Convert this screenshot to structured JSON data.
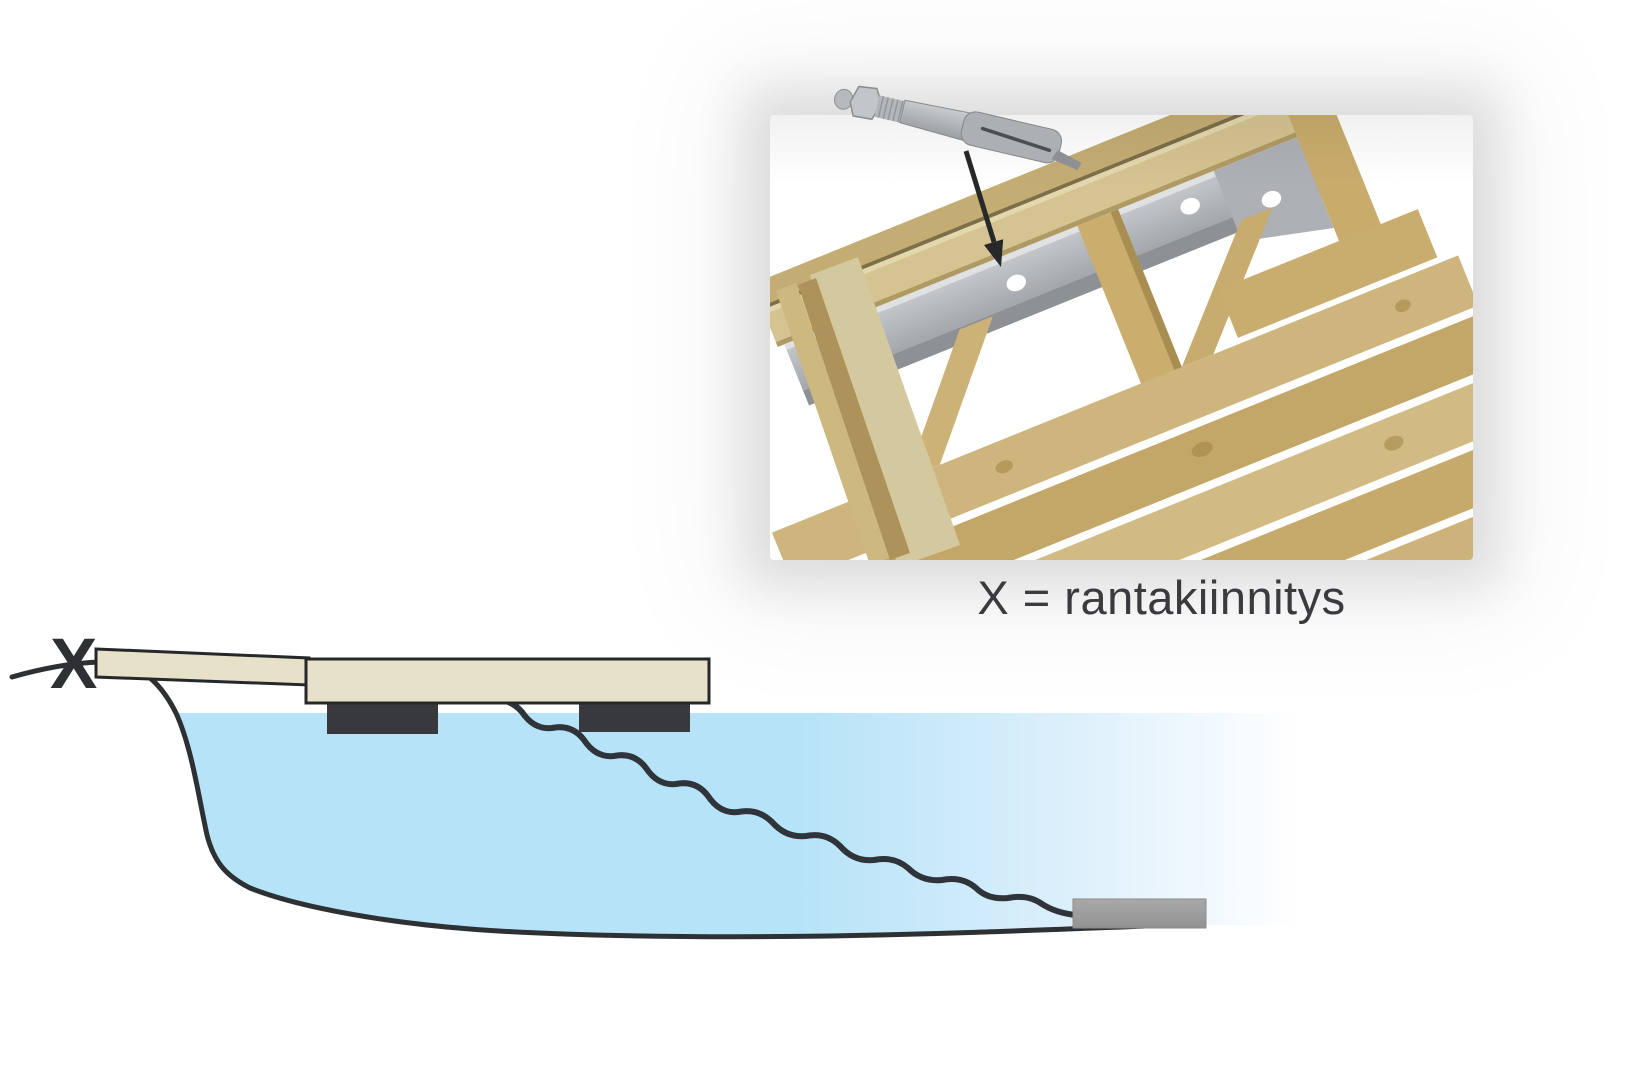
{
  "caption": {
    "text": "X = rantakiinnitys"
  },
  "diagram": {
    "shore_marker": "X",
    "scene": "cross-section of shoreline with floating dock, mooring rope and bottom anchor weight",
    "photo_subject": "underside of wooden dock frame with galvanized channel, mounting hole and expansion anchor bolt"
  },
  "colors": {
    "water": "#b6e3f8",
    "water_fade_mid": "#ddf0fb",
    "water_fade": "#ffffff",
    "outline": "#2e3134",
    "dock_deck": "#e8e1ca",
    "float": "#37393c",
    "anchor_block": "#9e9e9e",
    "rope": "#2e3439",
    "caption_text": "#3b3b3f",
    "wood_light": "#d5c391",
    "wood_mid": "#cbae6e",
    "metal": "#b4b7bb"
  }
}
